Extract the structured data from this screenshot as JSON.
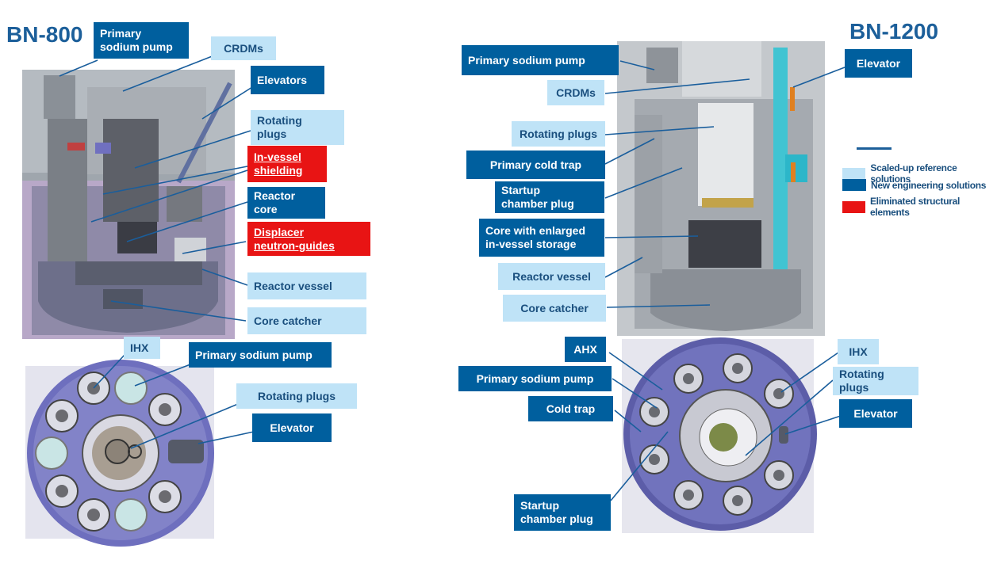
{
  "left_title": "BN-800",
  "right_title": "BN-1200",
  "colors": {
    "new_solution": "#005f9e",
    "scaled_up": "#bfe3f7",
    "eliminated": "#e81414",
    "title_blue": "#1c5f9a"
  },
  "bn800_labels": {
    "primary_sodium_pump": "Primary\nsodium pump",
    "crdms": "CRDMs",
    "elevators": "Elevators",
    "rotating_plugs": "Rotating\nplugs",
    "in_vessel_shielding": "In-vessel\nshielding",
    "reactor_core": "Reactor\ncore",
    "displacer_neutron_guides": "Displacer\nneutron-guides",
    "reactor_vessel": "Reactor vessel",
    "core_catcher": "Core catcher",
    "ihx": "IHX",
    "primary_sodium_pump_top": "Primary sodium pump",
    "rotating_plugs_top": "Rotating plugs",
    "elevator_top": "Elevator"
  },
  "bn1200_labels": {
    "primary_sodium_pump": "Primary sodium pump",
    "crdms": "CRDMs",
    "rotating_plugs": "Rotating plugs",
    "primary_cold_trap": "Primary cold trap",
    "startup_chamber_plug": "Startup\nchamber plug",
    "core_enlarged_storage": "Core with enlarged\nin-vessel storage",
    "reactor_vessel": "Reactor vessel",
    "core_catcher": "Core catcher",
    "elevator": "Elevator",
    "ahx": "AHX",
    "primary_sodium_pump_top": "Primary sodium pump",
    "cold_trap_top": "Cold trap",
    "startup_chamber_plug_top": "Startup\nchamber plug",
    "ihx_top": "IHX",
    "rotating_plugs_top": "Rotating\nplugs",
    "elevator_top": "Elevator"
  },
  "legend": {
    "scaled_up": "Scaled-up reference solutions",
    "new_solutions": "New engineering solutions",
    "eliminated": "Eliminated structural elements"
  }
}
